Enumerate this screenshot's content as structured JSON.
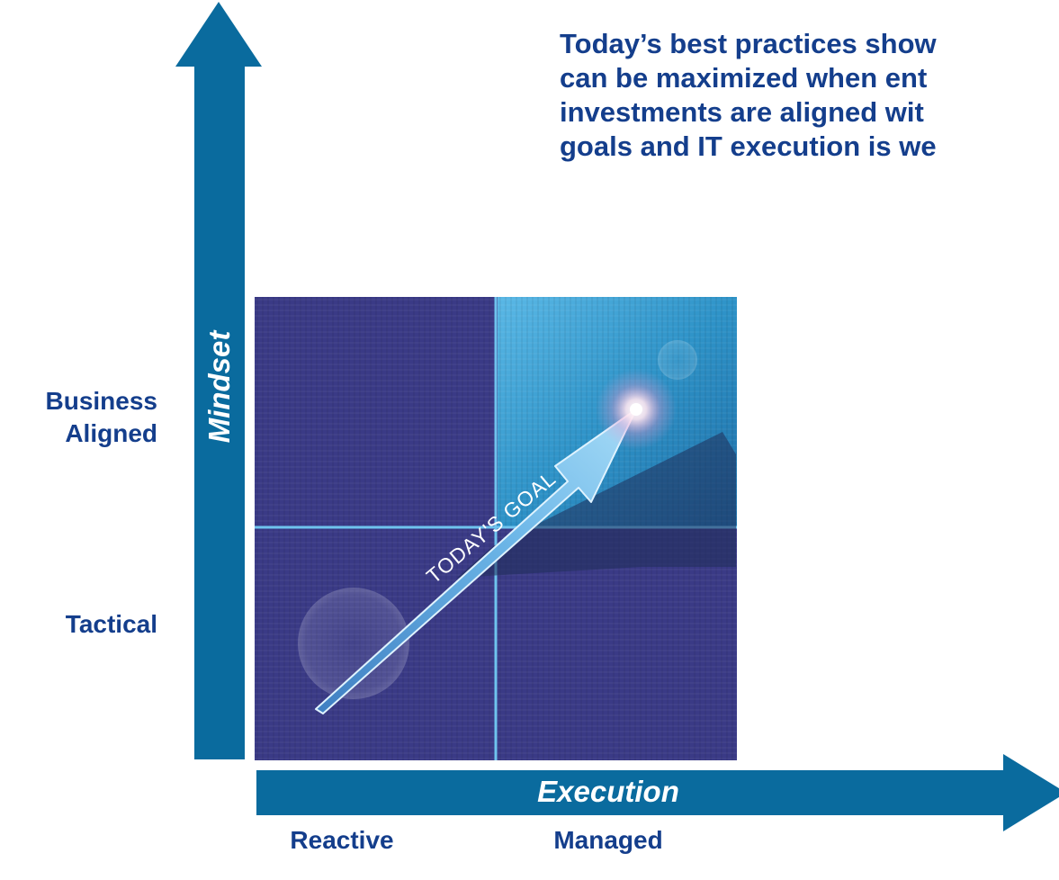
{
  "headline": {
    "lines": [
      "Today’s best practices show",
      "can be maximized when ent",
      "investments are aligned wit",
      "goals and IT execution is we"
    ]
  },
  "axes": {
    "y_label": "Mindset",
    "x_label": "Execution"
  },
  "rows": {
    "top_line1": "Business",
    "top_line2": "Aligned",
    "bottom": "Tactical"
  },
  "columns": {
    "left": "Reactive",
    "right": "Managed"
  },
  "graphic": {
    "arrow_text": "TODAY'S GOAL"
  },
  "colors": {
    "axis_blue": "#0a6b9e",
    "text_navy": "#143e8c",
    "panel_purple": "#3a3a86",
    "panel_cyan": "#2f9cd0"
  }
}
